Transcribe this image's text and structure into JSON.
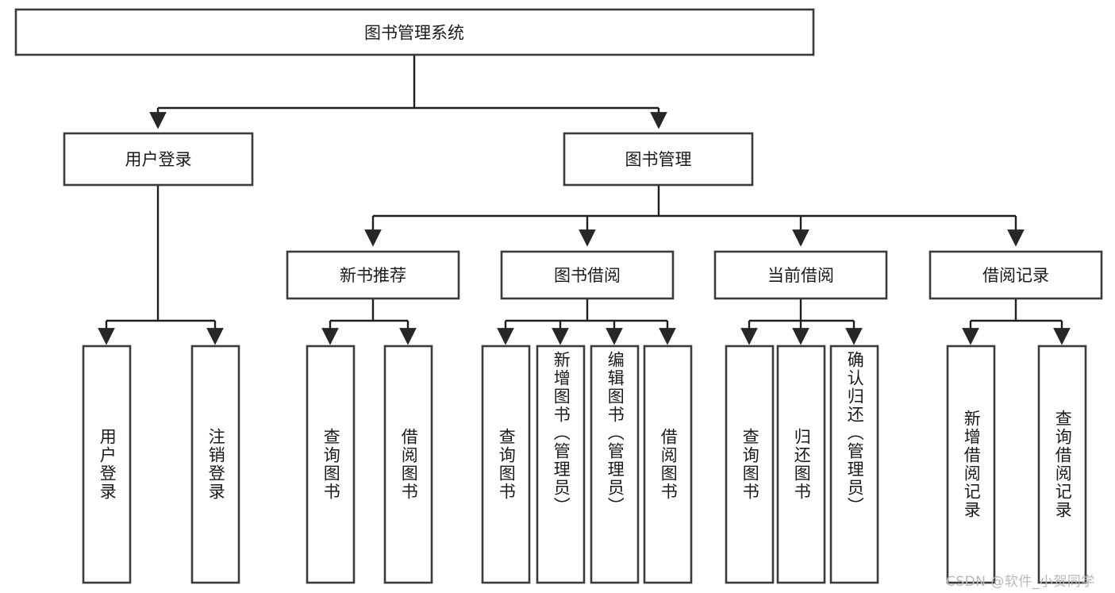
{
  "diagram": {
    "title_node": {
      "label": "图书管理系统"
    },
    "level2": [
      {
        "id": "user-login",
        "label": "用户登录"
      },
      {
        "id": "book-manage",
        "label": "图书管理"
      }
    ],
    "level3": [
      {
        "id": "new-book-rec",
        "label": "新书推荐"
      },
      {
        "id": "book-borrow",
        "label": "图书借阅"
      },
      {
        "id": "current-borrow",
        "label": "当前借阅"
      },
      {
        "id": "borrow-record",
        "label": "借阅记录"
      }
    ],
    "leaves": [
      {
        "id": "leaf-user-login",
        "label": "用户登录",
        "group": "user-login"
      },
      {
        "id": "leaf-logout",
        "label": "注销登录",
        "group": "user-login"
      },
      {
        "id": "leaf-query-book-1",
        "label": "查询图书",
        "group": "new-book-rec"
      },
      {
        "id": "leaf-borrow-book-1",
        "label": "借阅图书",
        "group": "new-book-rec"
      },
      {
        "id": "leaf-query-book-2",
        "label": "查询图书",
        "group": "book-borrow"
      },
      {
        "id": "leaf-add-book",
        "label": "新增图书（管理员）",
        "group": "book-borrow"
      },
      {
        "id": "leaf-edit-book",
        "label": "编辑图书（管理员）",
        "group": "book-borrow"
      },
      {
        "id": "leaf-borrow-book-2",
        "label": "借阅图书",
        "group": "book-borrow"
      },
      {
        "id": "leaf-query-book-3",
        "label": "查询图书",
        "group": "current-borrow"
      },
      {
        "id": "leaf-return-book",
        "label": "归还图书",
        "group": "current-borrow"
      },
      {
        "id": "leaf-confirm-return",
        "label": "确认归还（管理员）",
        "group": "current-borrow"
      },
      {
        "id": "leaf-add-record",
        "label": "新增借阅记录",
        "group": "borrow-record"
      },
      {
        "id": "leaf-query-record",
        "label": "查询借阅记录",
        "group": "borrow-record"
      }
    ],
    "colors": {
      "box_stroke": "#3b3b3b",
      "box_fill": "#ffffff",
      "connector": "#1e1e1e",
      "text": "#1a1a1a",
      "watermark": "#b9b9b9",
      "background": "#ffffff"
    }
  },
  "watermark": {
    "text": "CSDN @软件_小贺同学"
  }
}
